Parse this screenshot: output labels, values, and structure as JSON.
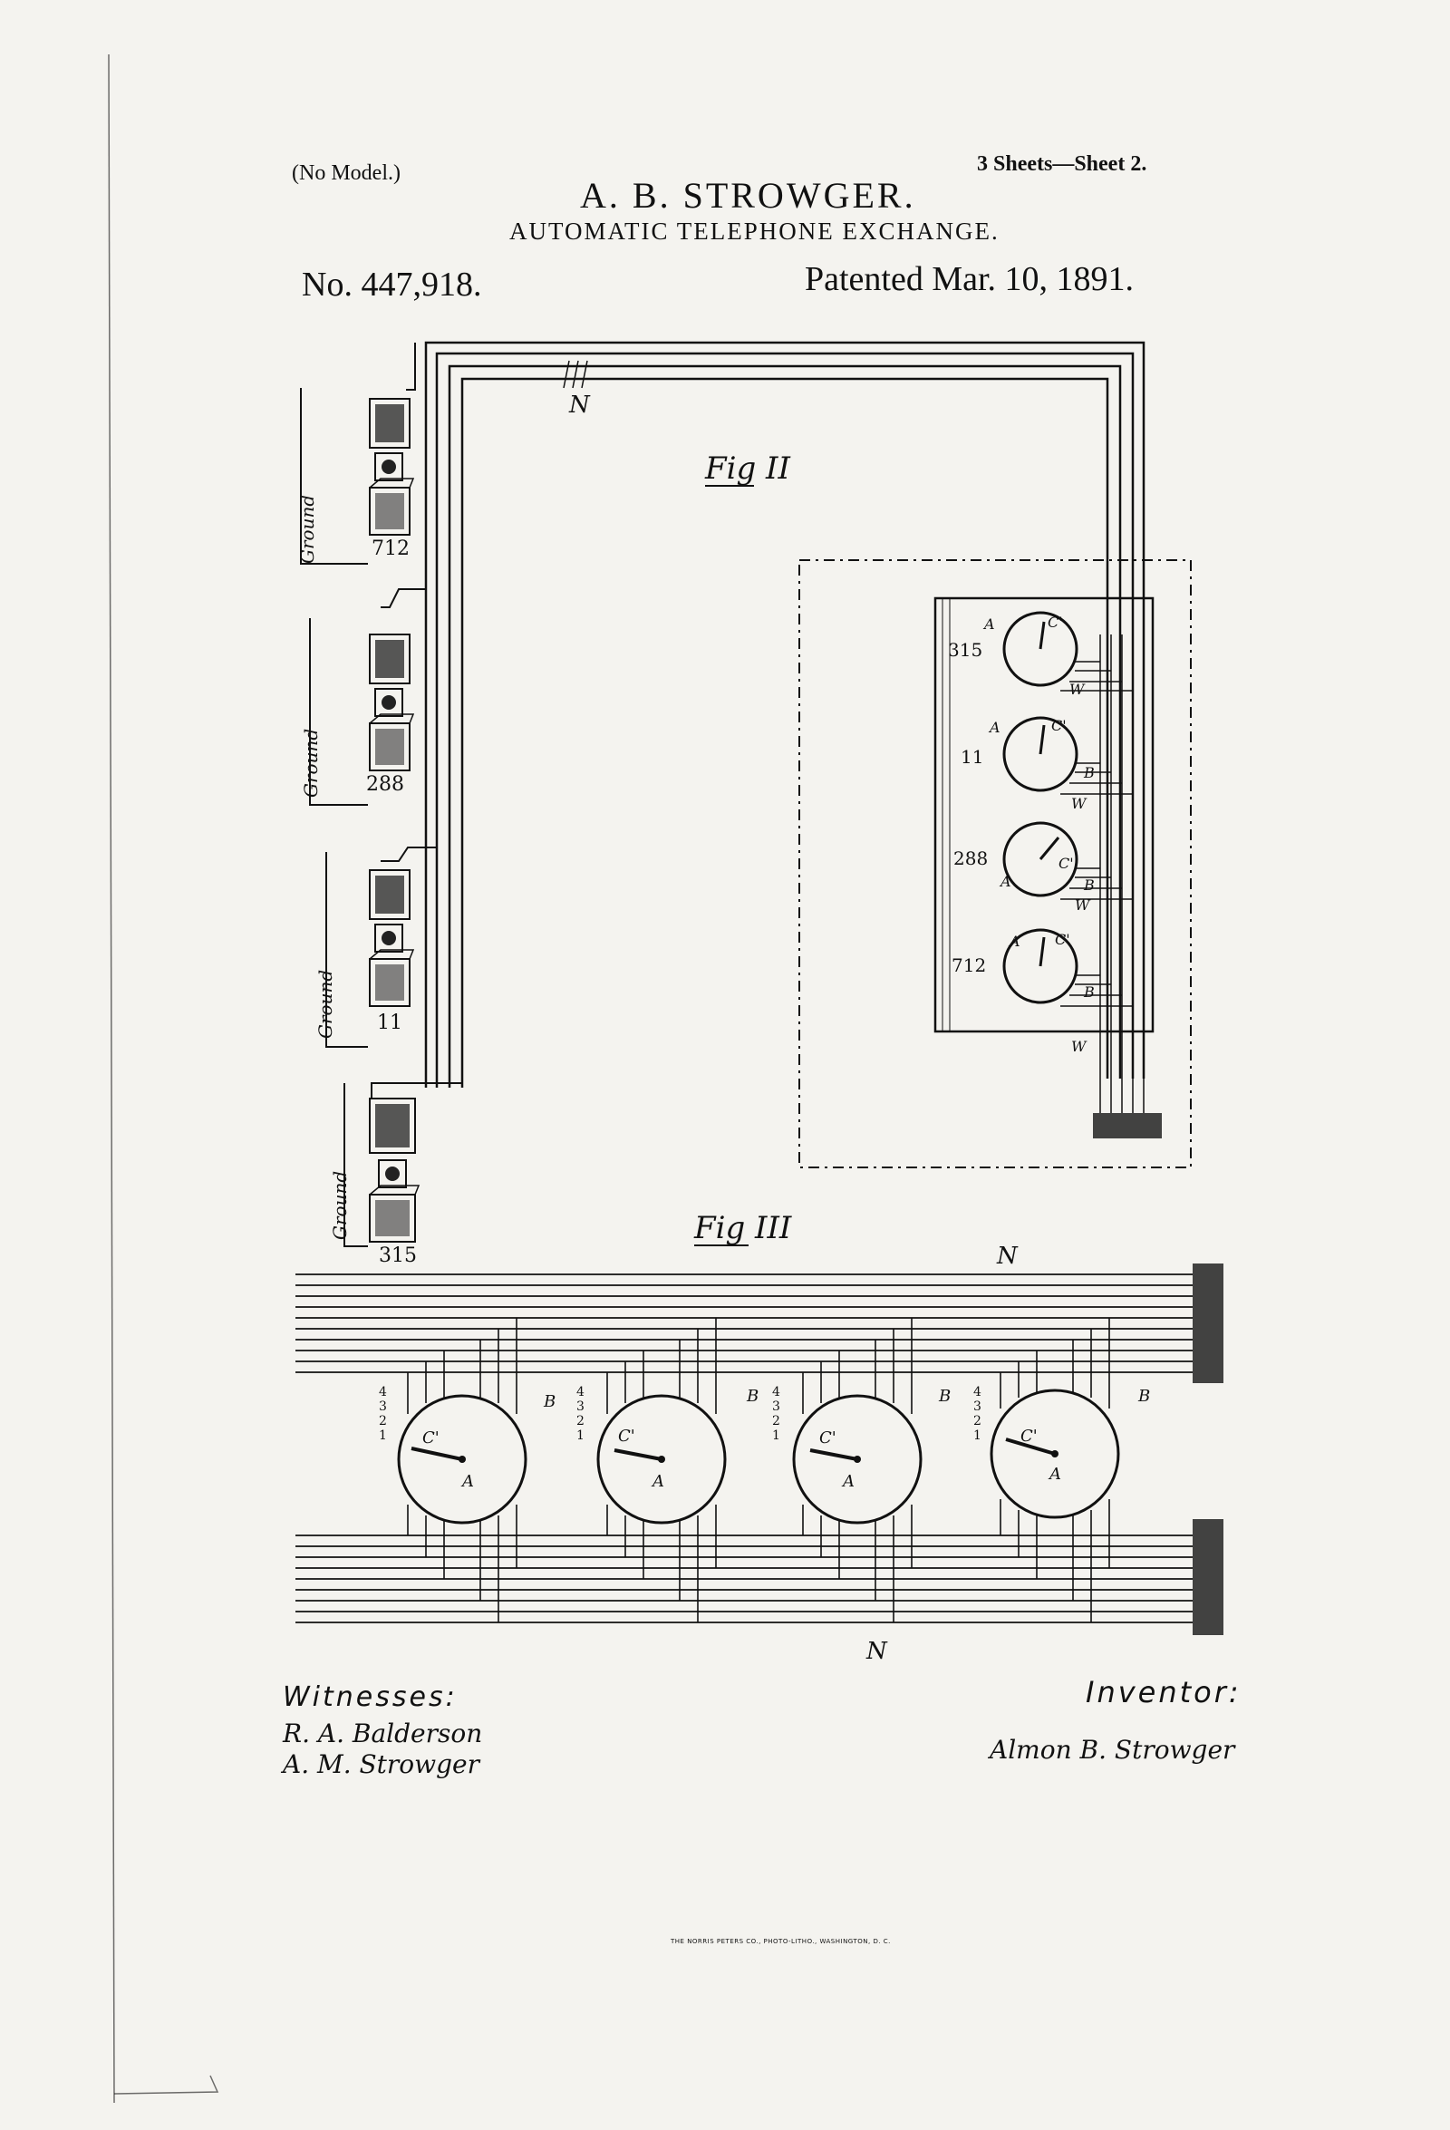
{
  "header": {
    "no_model": "(No Model.)",
    "sheets": "3 Sheets—Sheet 2.",
    "inventor": "A. B. STROWGER.",
    "title": "AUTOMATIC TELEPHONE EXCHANGE.",
    "patent_number": "No. 447,918.",
    "patent_date": "Patented Mar. 10, 1891."
  },
  "fig2": {
    "label": "Fig II",
    "stations": [
      {
        "number": "712",
        "ground": "Ground"
      },
      {
        "number": "288",
        "ground": "Ground"
      },
      {
        "number": "11",
        "ground": "Ground"
      },
      {
        "number": "315",
        "ground": "Ground"
      }
    ],
    "exchange_rows": [
      {
        "number": "315",
        "a": "A",
        "c": "C'",
        "b": "",
        "w": "W"
      },
      {
        "number": "11",
        "a": "A",
        "c": "C'",
        "b": "B",
        "w": "W"
      },
      {
        "number": "288",
        "a": "A",
        "c": "C'",
        "b": "B",
        "w": "W"
      },
      {
        "number": "712",
        "a": "A",
        "c": "C'",
        "b": "B",
        "w": "W"
      }
    ],
    "wire_label": "N"
  },
  "fig3": {
    "label": "Fig III",
    "switches": [
      {
        "a": "A",
        "c": "C'",
        "b": "B",
        "contacts": [
          "4",
          "3",
          "2",
          "1"
        ]
      },
      {
        "a": "A",
        "c": "C'",
        "b": "B",
        "contacts": [
          "4",
          "3",
          "2",
          "1"
        ]
      },
      {
        "a": "A",
        "c": "C'",
        "b": "B",
        "contacts": [
          "4",
          "3",
          "2",
          "1"
        ]
      },
      {
        "a": "A",
        "c": "C'",
        "b": "B",
        "contacts": [
          "4",
          "3",
          "2",
          "1"
        ]
      }
    ],
    "wire_label": "N"
  },
  "signatures": {
    "witnesses_heading": "Witnesses:",
    "witness_1": "R. A. Balderson",
    "witness_2": "A. M. Strowger",
    "inventor_heading": "Inventor:",
    "inventor_signature": "Almon B. Strowger"
  },
  "footer": {
    "printer": "THE NORRIS PETERS CO., PHOTO-LITHO., WASHINGTON, D. C."
  },
  "colors": {
    "paper": "#f4f3ef",
    "ink": "#111111"
  }
}
